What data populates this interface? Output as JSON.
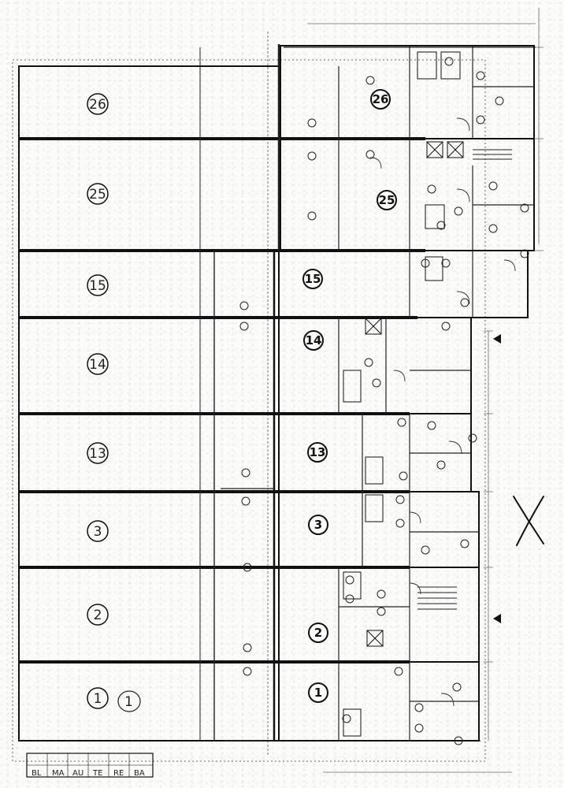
{
  "plots": [
    {
      "label": "26"
    },
    {
      "label": "25"
    },
    {
      "label": "15"
    },
    {
      "label": "14"
    },
    {
      "label": "13"
    },
    {
      "label": "3"
    },
    {
      "label": "2"
    },
    {
      "label": "1"
    }
  ],
  "units": [
    {
      "label": "26"
    },
    {
      "label": "25"
    },
    {
      "label": "15"
    },
    {
      "label": "14"
    },
    {
      "label": "13"
    },
    {
      "label": "3"
    },
    {
      "label": "2"
    },
    {
      "label": "1"
    }
  ],
  "handwritten_note": "1",
  "title_block": [
    "BL",
    "MA",
    "AU",
    "TE",
    "RE",
    "BA"
  ],
  "colors": {
    "ink": "#111111",
    "paper": "#fbfbf9"
  }
}
